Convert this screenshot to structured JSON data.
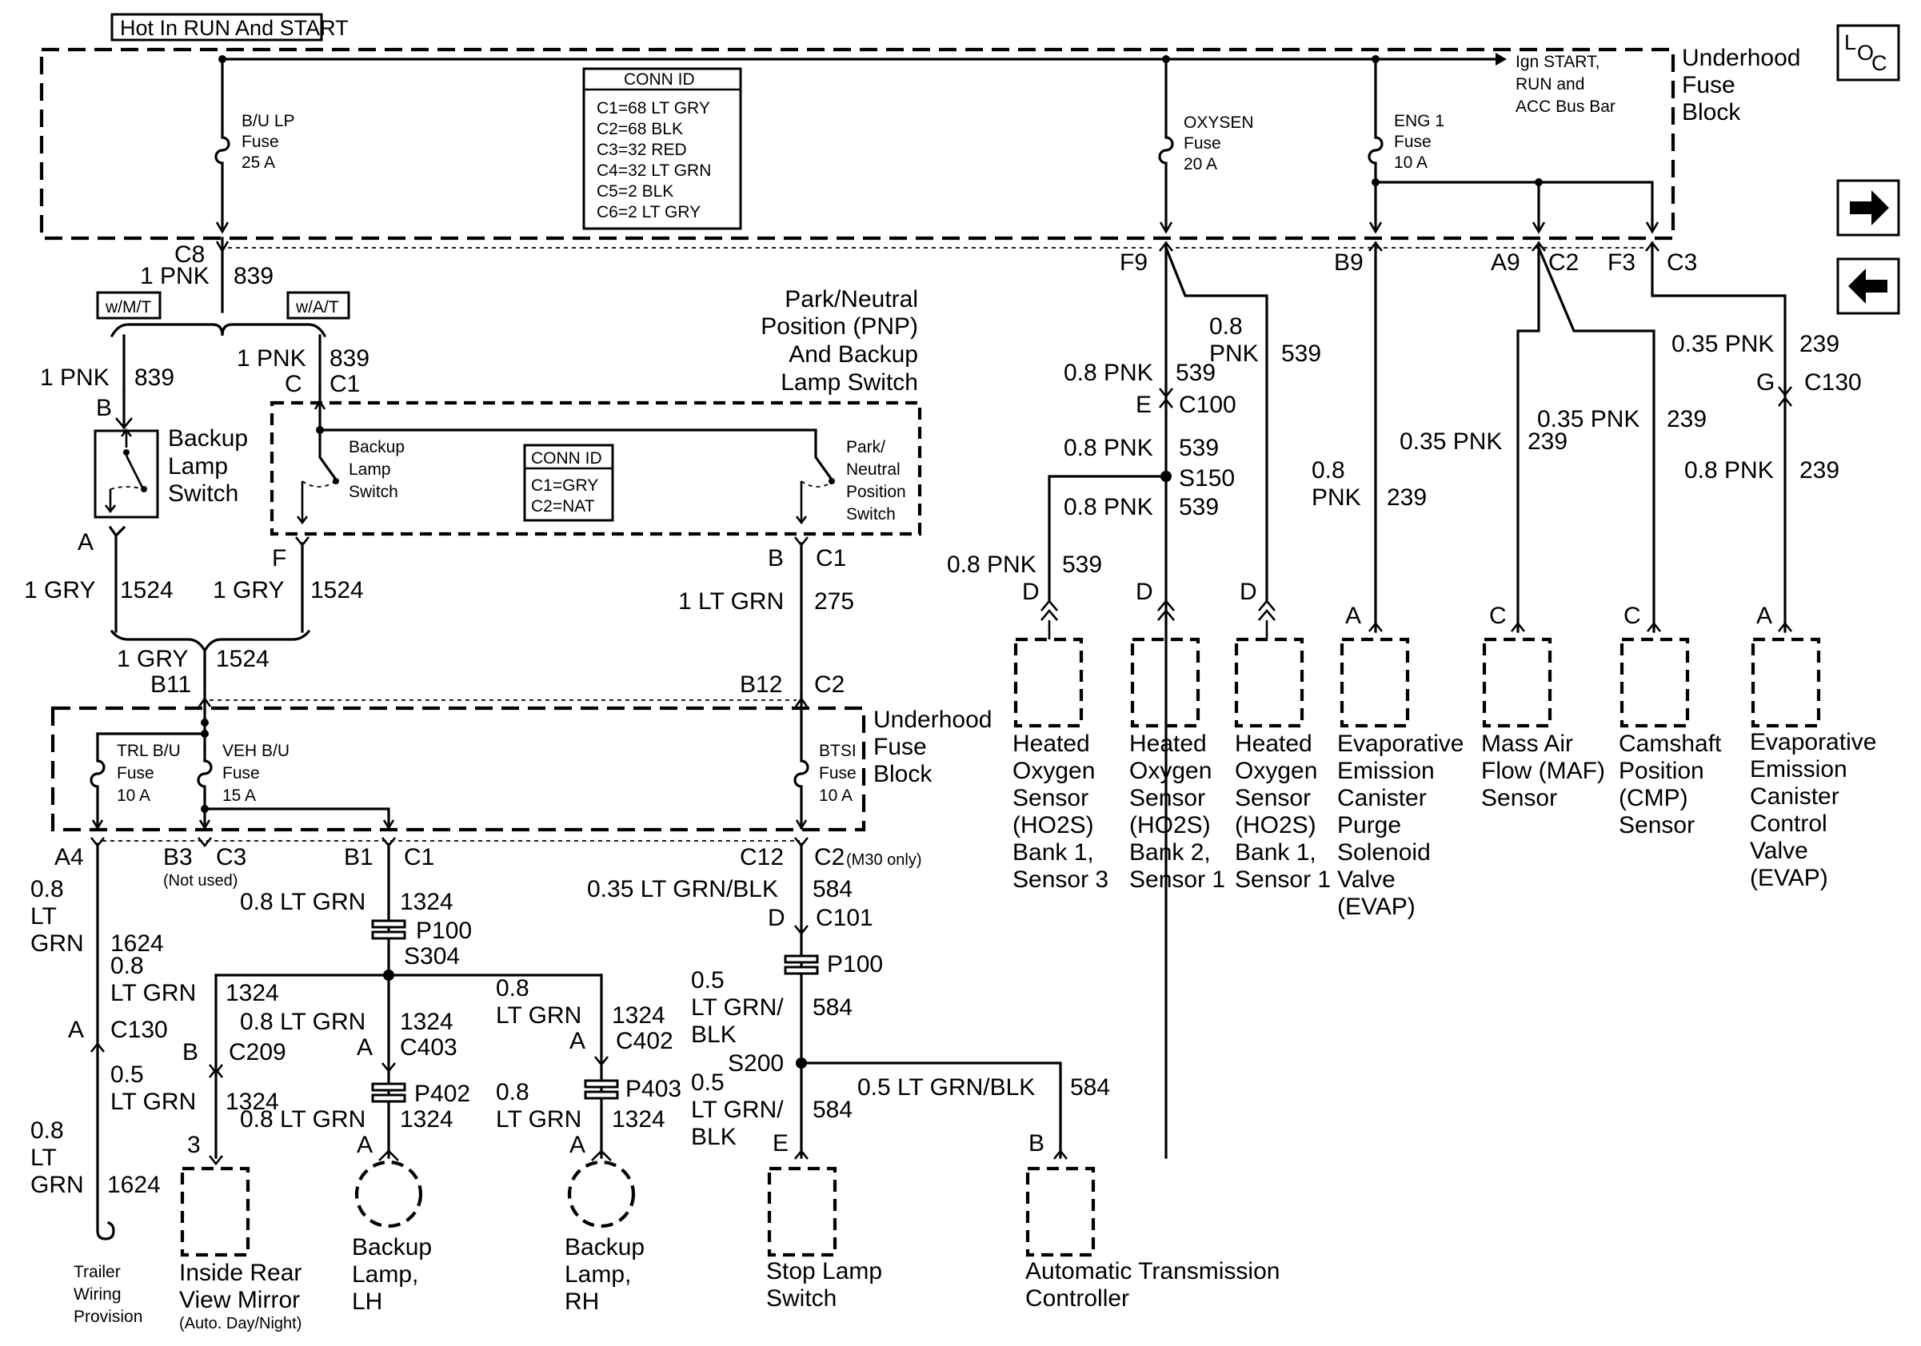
{
  "header": {
    "hot_label": "Hot In RUN And START",
    "loc_l": "L",
    "loc_o": "O",
    "loc_c": "C"
  },
  "top_block": {
    "name_l1": "Underhood",
    "name_l2": "Fuse",
    "name_l3": "Block",
    "bus_l1": "Ign START,",
    "bus_l2": "RUN and",
    "bus_l3": "ACC Bus Bar",
    "conn_title": "CONN ID",
    "conn": [
      "C1=68 LT GRY",
      "C2=68 BLK",
      "C3=32 RED",
      "C4=32 LT GRN",
      "C5=2 BLK",
      "C6=2 LT GRY"
    ],
    "fuse_bulp": [
      "B/U LP",
      "Fuse",
      "25 A"
    ],
    "fuse_oxy": [
      "OXYSEN",
      "Fuse",
      "20 A"
    ],
    "fuse_eng": [
      "ENG 1",
      "Fuse",
      "10 A"
    ]
  },
  "left": {
    "c8": "C8",
    "pnk1": "1 PNK",
    "c839": "839",
    "wmt": "w/M/T",
    "wat": "w/A/T",
    "mt_pnk": "1 PNK",
    "mt_839": "839",
    "mt_b": "B",
    "at_pnk": "1 PNK",
    "at_839": "839",
    "at_c": "C",
    "at_c1": "C1",
    "bls_l1": "Backup",
    "bls_l2": "Lamp",
    "bls_l3": "Switch",
    "bls_a": "A",
    "bls_gry": "1 GRY",
    "bls_1524": "1524",
    "pnp_f": "F",
    "pnp_gry": "1 GRY",
    "pnp_1524": "1524",
    "pnp_t1": "Park/Neutral",
    "pnp_t2": "Position (PNP)",
    "pnp_t3": "And Backup",
    "pnp_t4": "Lamp Switch",
    "pnp_bl1": "Backup",
    "pnp_bl2": "Lamp",
    "pnp_bl3": "Switch",
    "pnp_pn1": "Park/",
    "pnp_pn2": "Neutral",
    "pnp_pn3": "Position",
    "pnp_pn4": "Switch",
    "pnp_conn_title": "CONN ID",
    "pnp_conn": [
      "C1=GRY",
      "C2=NAT"
    ],
    "pnp_b": "B",
    "pnp_c1": "C1",
    "ltgrn1": "1 LT GRN",
    "w275": "275",
    "join_gry": "1 GRY",
    "join_1524": "1524",
    "b11": "B11",
    "b12": "B12",
    "c2": "C2"
  },
  "mid_block": {
    "name_l1": "Underhood",
    "name_l2": "Fuse",
    "name_l3": "Block",
    "trl": [
      "TRL B/U",
      "Fuse",
      "10 A"
    ],
    "veh": [
      "VEH B/U",
      "Fuse",
      "15 A"
    ],
    "btsi": [
      "BTSI",
      "Fuse",
      "10 A"
    ]
  },
  "lower": {
    "a4": "A4",
    "b3": "B3",
    "c3": "C3",
    "not_used": "(Not used)",
    "b1": "B1",
    "c1": "C1",
    "c12": "C12",
    "c2": "C2",
    "m30": "(M30 only)",
    "tr_08": "0.8",
    "tr_lt": "LT",
    "tr_grn": "GRN",
    "tr_1624": "1624",
    "tr_a": "A",
    "tr_c130": "C130",
    "tr_08b": "0.8",
    "tr_ltb": "LT",
    "tr_grnb": "GRN",
    "tr_1624b": "1624",
    "tr_name1": "Trailer",
    "tr_name2": "Wiring",
    "tr_name3": "Provision",
    "v_08ltgrn": "0.8 LT GRN",
    "v_1324": "1324",
    "p100": "P100",
    "s304": "S304",
    "m_08": "0.8",
    "m_ltgrn": "LT GRN",
    "m_1324": "1324",
    "m_b": "B",
    "m_c209": "C209",
    "m_05": "0.5",
    "m_ltgrn2": "LT GRN",
    "m_1324b": "1324",
    "m_3": "3",
    "m_name1": "Inside Rear",
    "m_name2": "View Mirror",
    "m_name3": "(Auto. Day/Night)",
    "lh_08ltgrn": "0.8 LT GRN",
    "lh_1324": "1324",
    "lh_a": "A",
    "lh_c403": "C403",
    "lh_p402": "P402",
    "lh_08ltgrn2": "0.8 LT GRN",
    "lh_1324b": "1324",
    "lh_a2": "A",
    "lh_name1": "Backup",
    "lh_name2": "Lamp,",
    "lh_name3": "LH",
    "rh_08": "0.8",
    "rh_ltgrn": "LT GRN",
    "rh_1324": "1324",
    "rh_a": "A",
    "rh_c402": "C402",
    "rh_08b": "0.8",
    "rh_ltgrn2": "LT GRN",
    "rh_1324b": "1324",
    "rh_p403": "P403",
    "rh_a2": "A",
    "rh_name1": "Backup",
    "rh_name2": "Lamp,",
    "rh_name3": "RH",
    "bt_035": "0.35 LT GRN/BLK",
    "bt_584": "584",
    "bt_d": "D",
    "bt_c101": "C101",
    "bt_p100": "P100",
    "bt_05": "0.5",
    "bt_ltgrn": "LT GRN/",
    "bt_blk": "BLK",
    "bt_584b": "584",
    "s200": "S200",
    "sl_05": "0.5",
    "sl_ltgrn": "LT GRN/",
    "sl_blk": "BLK",
    "sl_584": "584",
    "sl_e": "E",
    "sl_name1": "Stop Lamp",
    "sl_name2": "Switch",
    "atc_wire": "0.5 LT GRN/BLK",
    "atc_584": "584",
    "atc_b": "B",
    "atc_name1": "Automatic Transmission",
    "atc_name2": "Controller"
  },
  "right": {
    "f9": "F9",
    "b9": "B9",
    "a9": "A9",
    "c2": "C2",
    "f3": "F3",
    "c3": "C3",
    "o_08pnk": "0.8 PNK",
    "o_539": "539",
    "o_e": "E",
    "o_c100": "C100",
    "o_08pnk2": "0.8 PNK",
    "o_539b": "539",
    "s150": "S150",
    "o_08pnk3": "0.8 PNK",
    "o_539c": "539",
    "o_08pnk4": "0.8 PNK",
    "o_539d": "539",
    "b1s1_08": "0.8",
    "b1s1_pnk": "PNK",
    "b1s1_539": "539",
    "h1_d": "D",
    "h2_d": "D",
    "h3_d": "D",
    "h1": [
      "Heated",
      "Oxygen",
      "Sensor",
      "(HO2S)",
      "Bank 1,",
      "Sensor 3"
    ],
    "h2": [
      "Heated",
      "Oxygen",
      "Sensor",
      "(HO2S)",
      "Bank 2,",
      "Sensor 1"
    ],
    "h3": [
      "Heated",
      "Oxygen",
      "Sensor",
      "(HO2S)",
      "Bank 1,",
      "Sensor 1"
    ],
    "ev_08": "0.8",
    "ev_pnk": "PNK",
    "ev_239": "239",
    "ev_a": "A",
    "ev": [
      "Evaporative",
      "Emission",
      "Canister",
      "Purge",
      "Solenoid",
      "Valve",
      "(EVAP)"
    ],
    "maf_035": "0.35 PNK",
    "maf_239": "239",
    "maf_c": "C",
    "maf": [
      "Mass Air",
      "Flow (MAF)",
      "Sensor"
    ],
    "cmp_035": "0.35 PNK",
    "cmp_239": "239",
    "cmp_c": "C",
    "cmp": [
      "Camshaft",
      "Position",
      "(CMP)",
      "Sensor"
    ],
    "vv_035": "0.35 PNK",
    "vv_239": "239",
    "vv_g": "G",
    "vv_c130": "C130",
    "vv_08": "0.8 PNK",
    "vv_239b": "239",
    "vv_a": "A",
    "vv": [
      "Evaporative",
      "Emission",
      "Canister",
      "Control",
      "Valve",
      "(EVAP)"
    ]
  },
  "nav": {
    "next": "→",
    "prev": "←"
  }
}
